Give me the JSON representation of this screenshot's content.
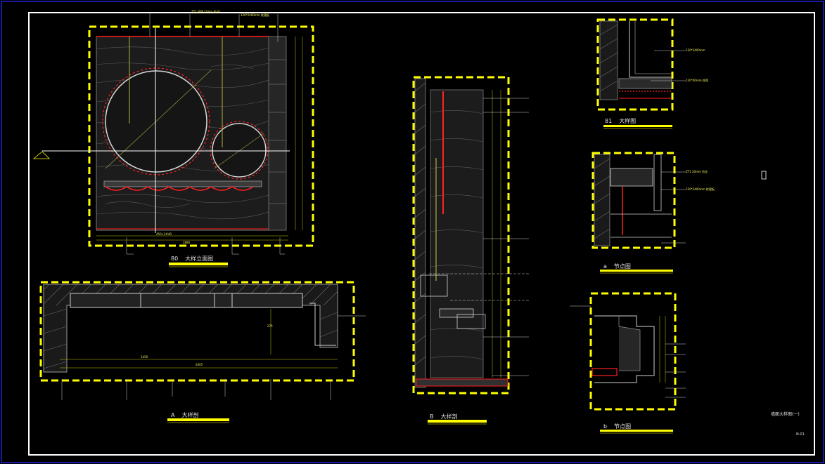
{
  "drawing": {
    "colors": {
      "background": "#000000",
      "border": "#ffffff",
      "outer_border": "#0000c0",
      "detail_box": "#ffff00",
      "wood": "#8a8a8a",
      "accent": "#ff2020",
      "leader": "#d0d0d0",
      "dim": "#c8c800"
    },
    "views": [
      {
        "id": "80",
        "title": "大样立面图",
        "icon": "elevation-icon"
      },
      {
        "id": "A",
        "title": "大样剖",
        "icon": "section-icon"
      },
      {
        "id": "B",
        "title": "大样剖",
        "icon": "section-icon"
      },
      {
        "id": "81",
        "title": "大样图",
        "icon": "detail-icon"
      },
      {
        "id": "a",
        "title": "节点图",
        "icon": "detail-icon"
      },
      {
        "id": "b",
        "title": "节点图",
        "icon": "detail-icon"
      }
    ],
    "sheet_title": "墙面大样图(一)",
    "sheet_no": "N-01",
    "note_small": {
      "top_1": "ZT1 纹理 (2mm 拉丝)",
      "top_2": "120*2400mm 纹理板",
      "dim_2880": "2880",
      "dim_450": "450+2#40",
      "a_1": "ZT1 20mm 拉丝",
      "a_2": "120*2400mm 纹理板",
      "b_1": "120*40mm 纹理",
      "b_2": "120*2400mm",
      "sec_a_total": "2405",
      "sec_a_1": "1450",
      "sec_a_2": "275"
    }
  }
}
